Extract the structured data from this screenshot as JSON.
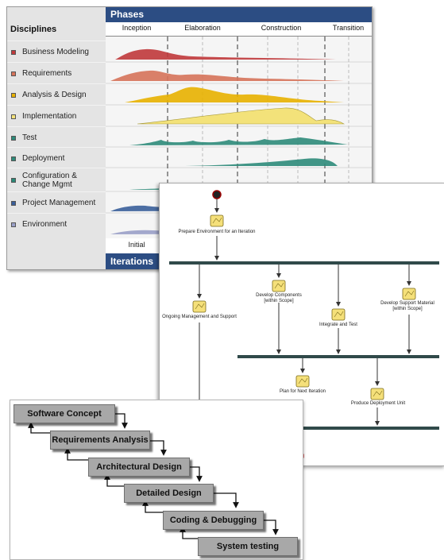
{
  "rup": {
    "phases_title": "Phases",
    "disciplines_title": "Disciplines",
    "phases": [
      "Inception",
      "Elaboration",
      "Construction",
      "Transition"
    ],
    "disciplines": [
      {
        "label": "Business Modeling",
        "color": "#c0393b"
      },
      {
        "label": "Requirements",
        "color": "#d6735a"
      },
      {
        "label": "Analysis & Design",
        "color": "#e8b100"
      },
      {
        "label": "Implementation",
        "color": "#f3e27a"
      },
      {
        "label": "Test",
        "color": "#2e8b7a"
      },
      {
        "label": "Deployment",
        "color": "#2e8b7a"
      },
      {
        "label": "Configuration & Change Mgmt",
        "color": "#2a8a78"
      },
      {
        "label": "Project Management",
        "color": "#3a5f9a"
      },
      {
        "label": "Environment",
        "color": "#9aa0c8"
      }
    ],
    "iteration_first": "Initial",
    "iterations_title": "Iterations"
  },
  "activity": {
    "nodes": {
      "prepare": "Prepare Environment for an Iteration",
      "develop_components": "Develop Components\n[within Scope]",
      "develop_support": "Develop Support Material\n[within Scope]",
      "ongoing": "Ongoing Management and Support",
      "integrate": "Integrate and Test",
      "plan_next": "Plan for Next Iteration",
      "produce_unit": "Produce Deployment Unit"
    }
  },
  "waterfall": {
    "steps": [
      "Software Concept",
      "Requirements Analysis",
      "Architectural Design",
      "Detailed Design",
      "Coding  & Debugging",
      "System testing"
    ]
  }
}
